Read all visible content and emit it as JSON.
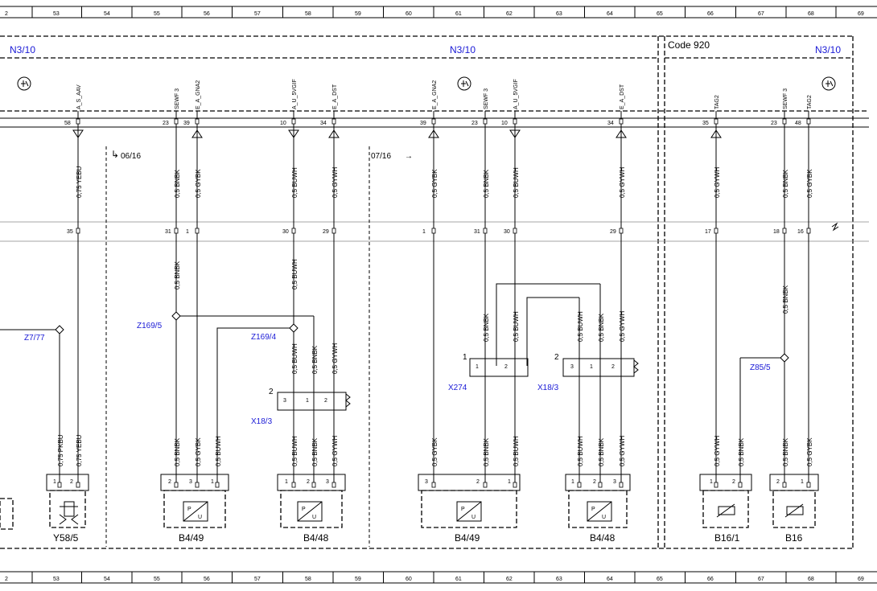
{
  "grid_numbers": [
    "2",
    "53",
    "54",
    "55",
    "56",
    "57",
    "58",
    "59",
    "60",
    "61",
    "62",
    "63",
    "64",
    "65",
    "66",
    "67",
    "68",
    "69"
  ],
  "areas": {
    "left_label": "N3/10",
    "center_label": "N3/10",
    "right_label": "N3/10",
    "code_label": "Code 920"
  },
  "version_marks": {
    "first": "06/16",
    "second": "07/16"
  },
  "signals": [
    "A_S_AAV",
    "SEWF 3",
    "E_A_GNA2",
    "A_U_5VGIF",
    "E_A_DST",
    "E_A_GNA2",
    "SEWF 3",
    "A_U_5VGIF",
    "E_A_DST",
    "TAG2",
    "SEWF 3",
    "TAG2"
  ],
  "top_pins": [
    "58",
    "23",
    "39",
    "10",
    "34",
    "39",
    "23",
    "10",
    "34",
    "35",
    "23",
    "48"
  ],
  "mid_pins": [
    "35",
    "31",
    "1",
    "30",
    "29",
    "1",
    "31",
    "30",
    "29",
    "17",
    "18",
    "16"
  ],
  "wires_upper": [
    "0,75 YEBU",
    "0,5 BNBK",
    "0,5 GYBK",
    "0,5 BUWH",
    "0,5 GYWH",
    "0,5 GYBK",
    "0,5 BNBK",
    "0,5 BUWH",
    "0,5 GYWH",
    "0,5 GYWH",
    "0,5 BNBK",
    "0,5 GYBK"
  ],
  "wires_middle": [
    "0,5 BNBK",
    "0,5 BUWH",
    "0,5 BUWH",
    "0,5 BNBK",
    "0,5 GYWH",
    "0,5 BNBK",
    "0,5 BUWH",
    "0,5 BUWH",
    "0,5 BNBK",
    "0,5 GYWH",
    "0,5 BNBK"
  ],
  "wires_lower": [
    "0,75 PKBU",
    "0,75 YEBU",
    "0,5 BNBK",
    "0,5 GYBK",
    "0,5 BUWH",
    "0,5 BUWH",
    "0,5 BNBK",
    "0,5 GYWH",
    "0,5 GYBK",
    "0,5 BNBK",
    "0,5 BUWH",
    "0,5 BUWH",
    "0,5 BNBK",
    "0,5 GYWH",
    "0,5 GYWH",
    "0,5 BNBK",
    "0,5 BNBK",
    "0,5 GYBK"
  ],
  "splices": {
    "z7": "Z7/77",
    "z169_5": "Z169/5",
    "z169_4": "Z169/4",
    "z85": "Z85/5"
  },
  "connectors": {
    "x18_3_left": "X18/3",
    "x274": "X274",
    "x18_3_right": "X18/3",
    "cnum_2": "2",
    "cnum_1": "1"
  },
  "connector_pins": [
    "3",
    "1",
    "2",
    "1",
    "2",
    "3",
    "1",
    "2"
  ],
  "components": [
    "Y58/5",
    "B4/49",
    "B4/48",
    "B4/49",
    "B4/48",
    "B16/1",
    "B16"
  ],
  "component_pins": {
    "y58": [
      "1",
      "2"
    ],
    "b449a": [
      "2",
      "3",
      "1"
    ],
    "b448a": [
      "1",
      "2",
      "3"
    ],
    "b449b": [
      "3",
      "2",
      "1"
    ],
    "b448b": [
      "1",
      "2",
      "3"
    ],
    "b161": [
      "1",
      "2"
    ],
    "b16": [
      "2",
      "1"
    ]
  },
  "icons": [
    "ground-symbol-icon",
    "sensor-pressure-icon",
    "temperature-sensor-icon",
    "valve-icon"
  ]
}
